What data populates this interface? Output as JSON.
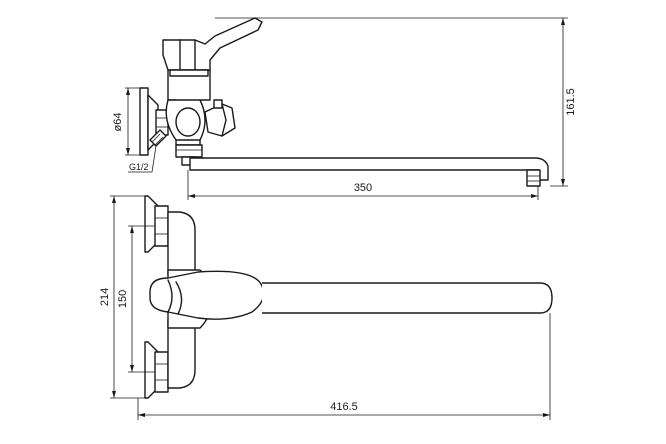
{
  "dimensions": {
    "diameter": "ø64",
    "thread": "G1/2",
    "height_top": "161.5",
    "spout_reach": "350",
    "height_front": "214",
    "spacing": "150",
    "total_length": "416.5"
  },
  "colors": {
    "line": "#1a1a1a",
    "background": "#ffffff"
  }
}
